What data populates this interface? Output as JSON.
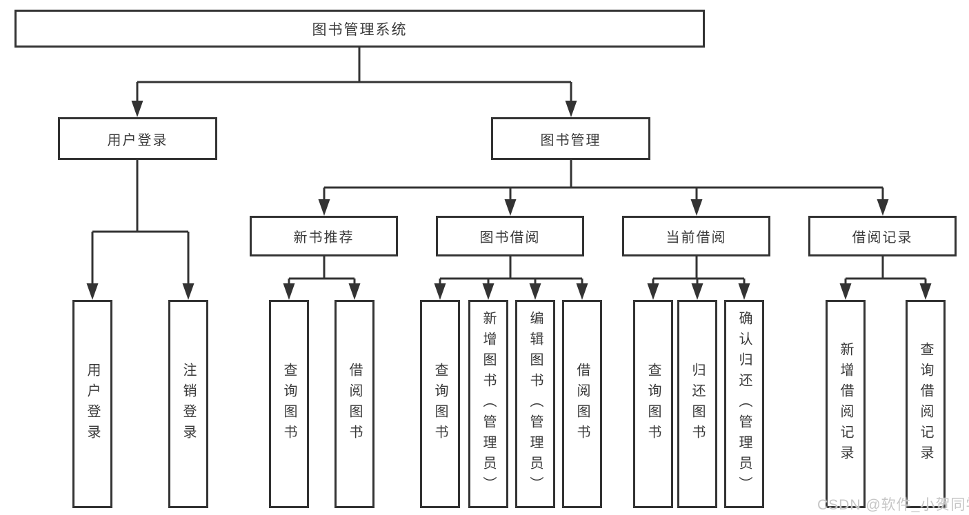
{
  "diagram": {
    "root": {
      "label": "图书管理系统"
    },
    "level2": [
      {
        "label": "用户登录",
        "children": [
          {
            "label": "用户登录"
          },
          {
            "label": "注销登录"
          }
        ]
      },
      {
        "label": "图书管理",
        "groups": [
          {
            "label": "新书推荐",
            "children": [
              {
                "label": "查询图书"
              },
              {
                "label": "借阅图书"
              }
            ]
          },
          {
            "label": "图书借阅",
            "children": [
              {
                "label": "查询图书"
              },
              {
                "label": "新增图书（管理员）"
              },
              {
                "label": "编辑图书（管理员）"
              },
              {
                "label": "借阅图书"
              }
            ]
          },
          {
            "label": "当前借阅",
            "children": [
              {
                "label": "查询图书"
              },
              {
                "label": "归还图书"
              },
              {
                "label": "确认归还（管理员）"
              }
            ]
          },
          {
            "label": "借阅记录",
            "children": [
              {
                "label": "新增借阅记录"
              },
              {
                "label": "查询借阅记录"
              }
            ]
          }
        ]
      }
    ]
  },
  "watermark": {
    "text": "CSDN @软件_小贺同学"
  },
  "colors": {
    "line": "#333333",
    "text": "#3a3a3a",
    "background": "#ffffff",
    "watermark": "#c6c6c6"
  }
}
